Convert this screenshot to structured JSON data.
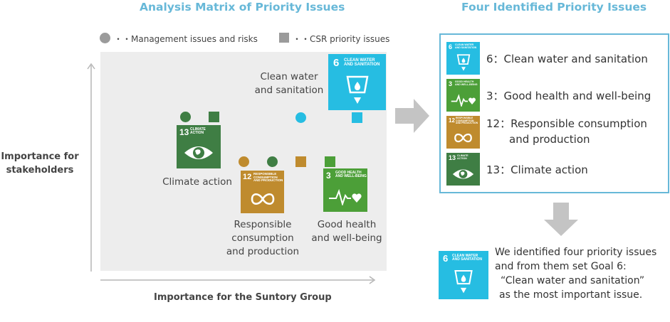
{
  "left_title": "Analysis Matrix of Priority Issues",
  "right_title": "Four Identified Priority Issues",
  "legend": {
    "management_label": "・・Management issues and risks",
    "csr_label": "・・CSR priority issues"
  },
  "axes": {
    "y_label_line1": "Importance for",
    "y_label_line2": "stakeholders",
    "x_label": "Importance for the Suntory Group"
  },
  "matrix_labels": {
    "clean_water_1": "Clean water",
    "clean_water_2": "and sanitation",
    "climate": "Climate action",
    "responsible_1": "Responsible",
    "responsible_2": "consumption",
    "responsible_3": "and production",
    "health_1": "Good health",
    "health_2": "and well-being"
  },
  "sdg_icons": {
    "goal6": {
      "number": "6",
      "caption_1": "CLEAN WATER",
      "caption_2": "AND SANITATION",
      "color": "#26bde2"
    },
    "goal3": {
      "number": "3",
      "caption_1": "GOOD HEALTH",
      "caption_2": "AND WELL-BEING",
      "color": "#4c9f38"
    },
    "goal12": {
      "number": "12",
      "caption_1": "RESPONSIBLE",
      "caption_2": "CONSUMPTION",
      "caption_3": "AND PRODUCTION",
      "color": "#bf8b2e"
    },
    "goal13": {
      "number": "13",
      "caption_1": "CLIMATE",
      "caption_2": "ACTION",
      "color": "#3f7e44"
    }
  },
  "priority_issues": [
    {
      "text": "6：Clean water and sanitation"
    },
    {
      "text": "3：Good health and well-being"
    },
    {
      "text_1": "12：Responsible consumption",
      "text_2": "and production"
    },
    {
      "text": "13：Climate action"
    }
  ],
  "conclusion": {
    "line1": "We identified four priority issues",
    "line2": "and from them set Goal 6:",
    "line3": "“Clean water and sanitation”",
    "line4": "as the most important issue."
  },
  "colors": {
    "title": "#67b8d8",
    "matrix_bg": "#ededed",
    "legend_gray": "#9b9b9b",
    "panel_border": "#67b8d8",
    "arrow_gray": "#c4c4c4"
  }
}
